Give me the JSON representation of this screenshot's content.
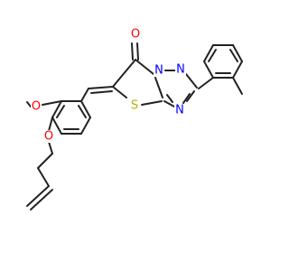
{
  "structure": {
    "atoms": {
      "carbonyl_oxygen": {
        "symbol": "O",
        "color": "#ff0000"
      },
      "ring_sulfur": {
        "symbol": "S",
        "color": "#b2b200"
      },
      "triazole_n_bridge": {
        "symbol": "N",
        "color": "#0000ff"
      },
      "triazole_n_upper": {
        "symbol": "N",
        "color": "#0000ff"
      },
      "triazole_n_lower": {
        "symbol": "N",
        "color": "#0000ff"
      },
      "methoxy_oxygen": {
        "symbol": "O",
        "color": "#ff0000"
      },
      "allyloxy_oxygen": {
        "symbol": "O",
        "color": "#ff0000"
      }
    },
    "bond_color": "#222222"
  }
}
